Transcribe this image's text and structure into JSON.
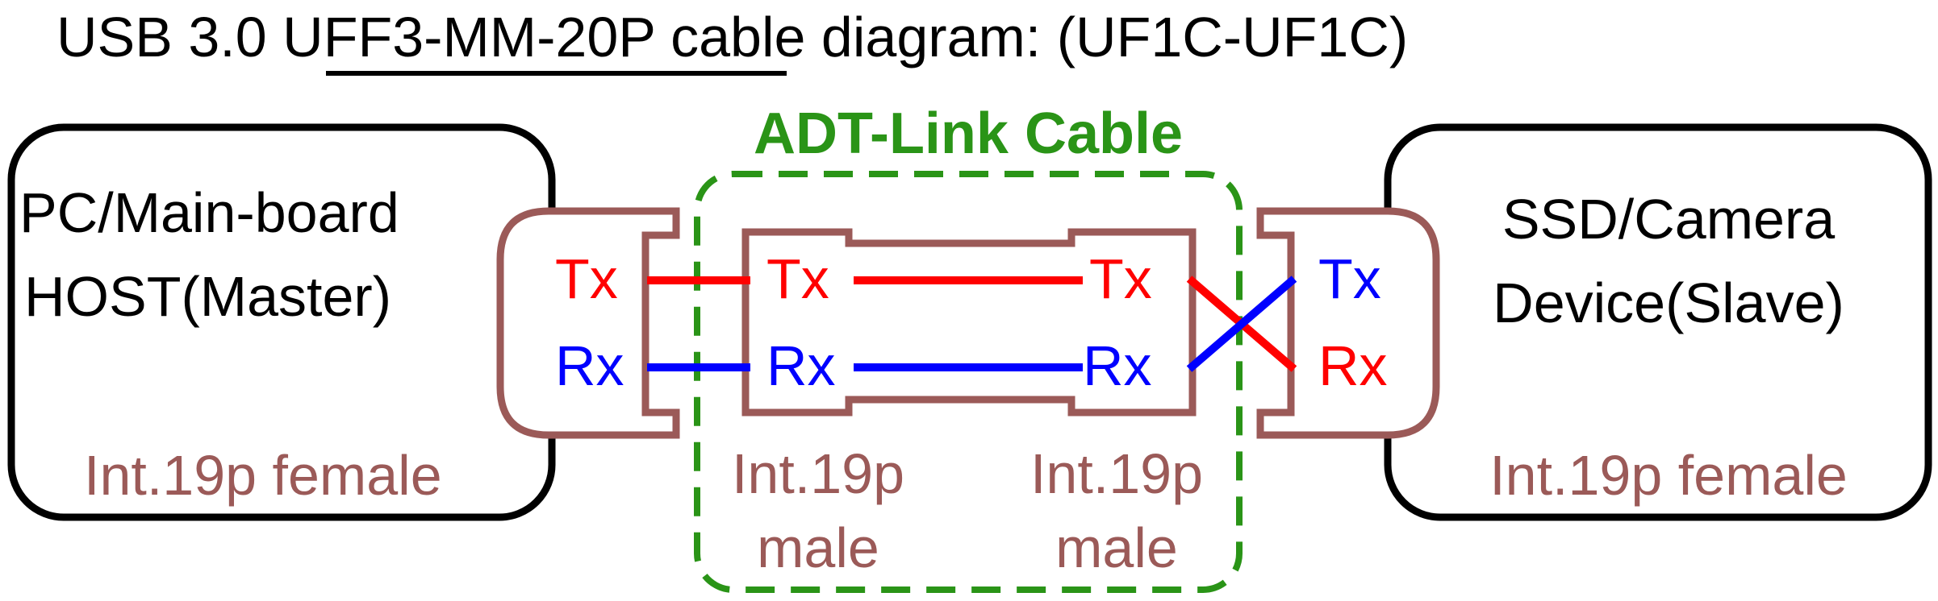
{
  "title": {
    "prefix": "USB 3.0 ",
    "model": "UFF3-MM-20P",
    "suffix": " cable diagram: (UF1C-UF1C)"
  },
  "cable_label": "ADT-Link Cable",
  "host": {
    "line1": "PC/Main-board",
    "line2": "HOST(Master)",
    "connector": "Int.19p female"
  },
  "device": {
    "line1": "SSD/Camera",
    "line2": "Device(Slave)",
    "connector": "Int.19p female"
  },
  "cable_left_connector": {
    "line1": "Int.19p",
    "line2": "male"
  },
  "cable_right_connector": {
    "line1": "Int.19p",
    "line2": "male"
  },
  "signals": {
    "tx": "Tx",
    "rx": "Rx"
  },
  "colors": {
    "connector": "#9b5a58",
    "cable": "#2a9417",
    "tx": "#ff0000",
    "rx": "#0000ff",
    "text": "#000000"
  }
}
